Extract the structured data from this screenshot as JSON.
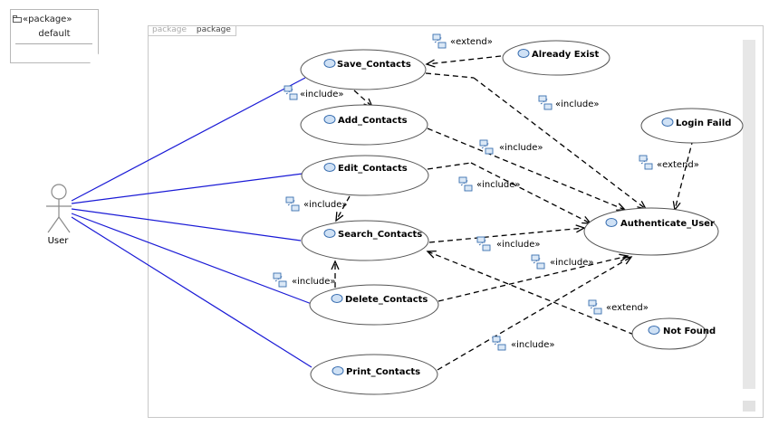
{
  "legend": {
    "stereotype": "«package»",
    "name": "default"
  },
  "frame": {
    "kind": "package",
    "name": "package"
  },
  "actor": {
    "name": "User"
  },
  "use_cases": {
    "save_contacts": "Save_Contacts",
    "add_contacts": "Add_Contacts",
    "edit_contacts": "Edit_Contacts",
    "search_contacts": "Search_Contacts",
    "delete_contacts": "Delete_Contacts",
    "print_contacts": "Print_Contacts",
    "already_exist": "Already Exist",
    "login_faild": "Login Faild",
    "authenticate_user": "Authenticate_User",
    "not_found": "Not Found"
  },
  "relations": {
    "extend_already_exist": "«extend»",
    "include_save_add": "«include»",
    "include_save_auth": "«include»",
    "include_add_auth": "«include»",
    "include_edit_auth": "«include»",
    "extend_login_faild": "«extend»",
    "include_edit_search": "«include»",
    "include_search_auth": "«include»",
    "include_delete_search": "«include»",
    "include_delete_auth": "«include»",
    "extend_not_found": "«extend»",
    "include_print_auth": "«include»"
  },
  "colors": {
    "association": "#1a1ad6",
    "dependency": "#000000",
    "ellipse_stroke": "#555555",
    "icon": "#3a6fb0"
  }
}
